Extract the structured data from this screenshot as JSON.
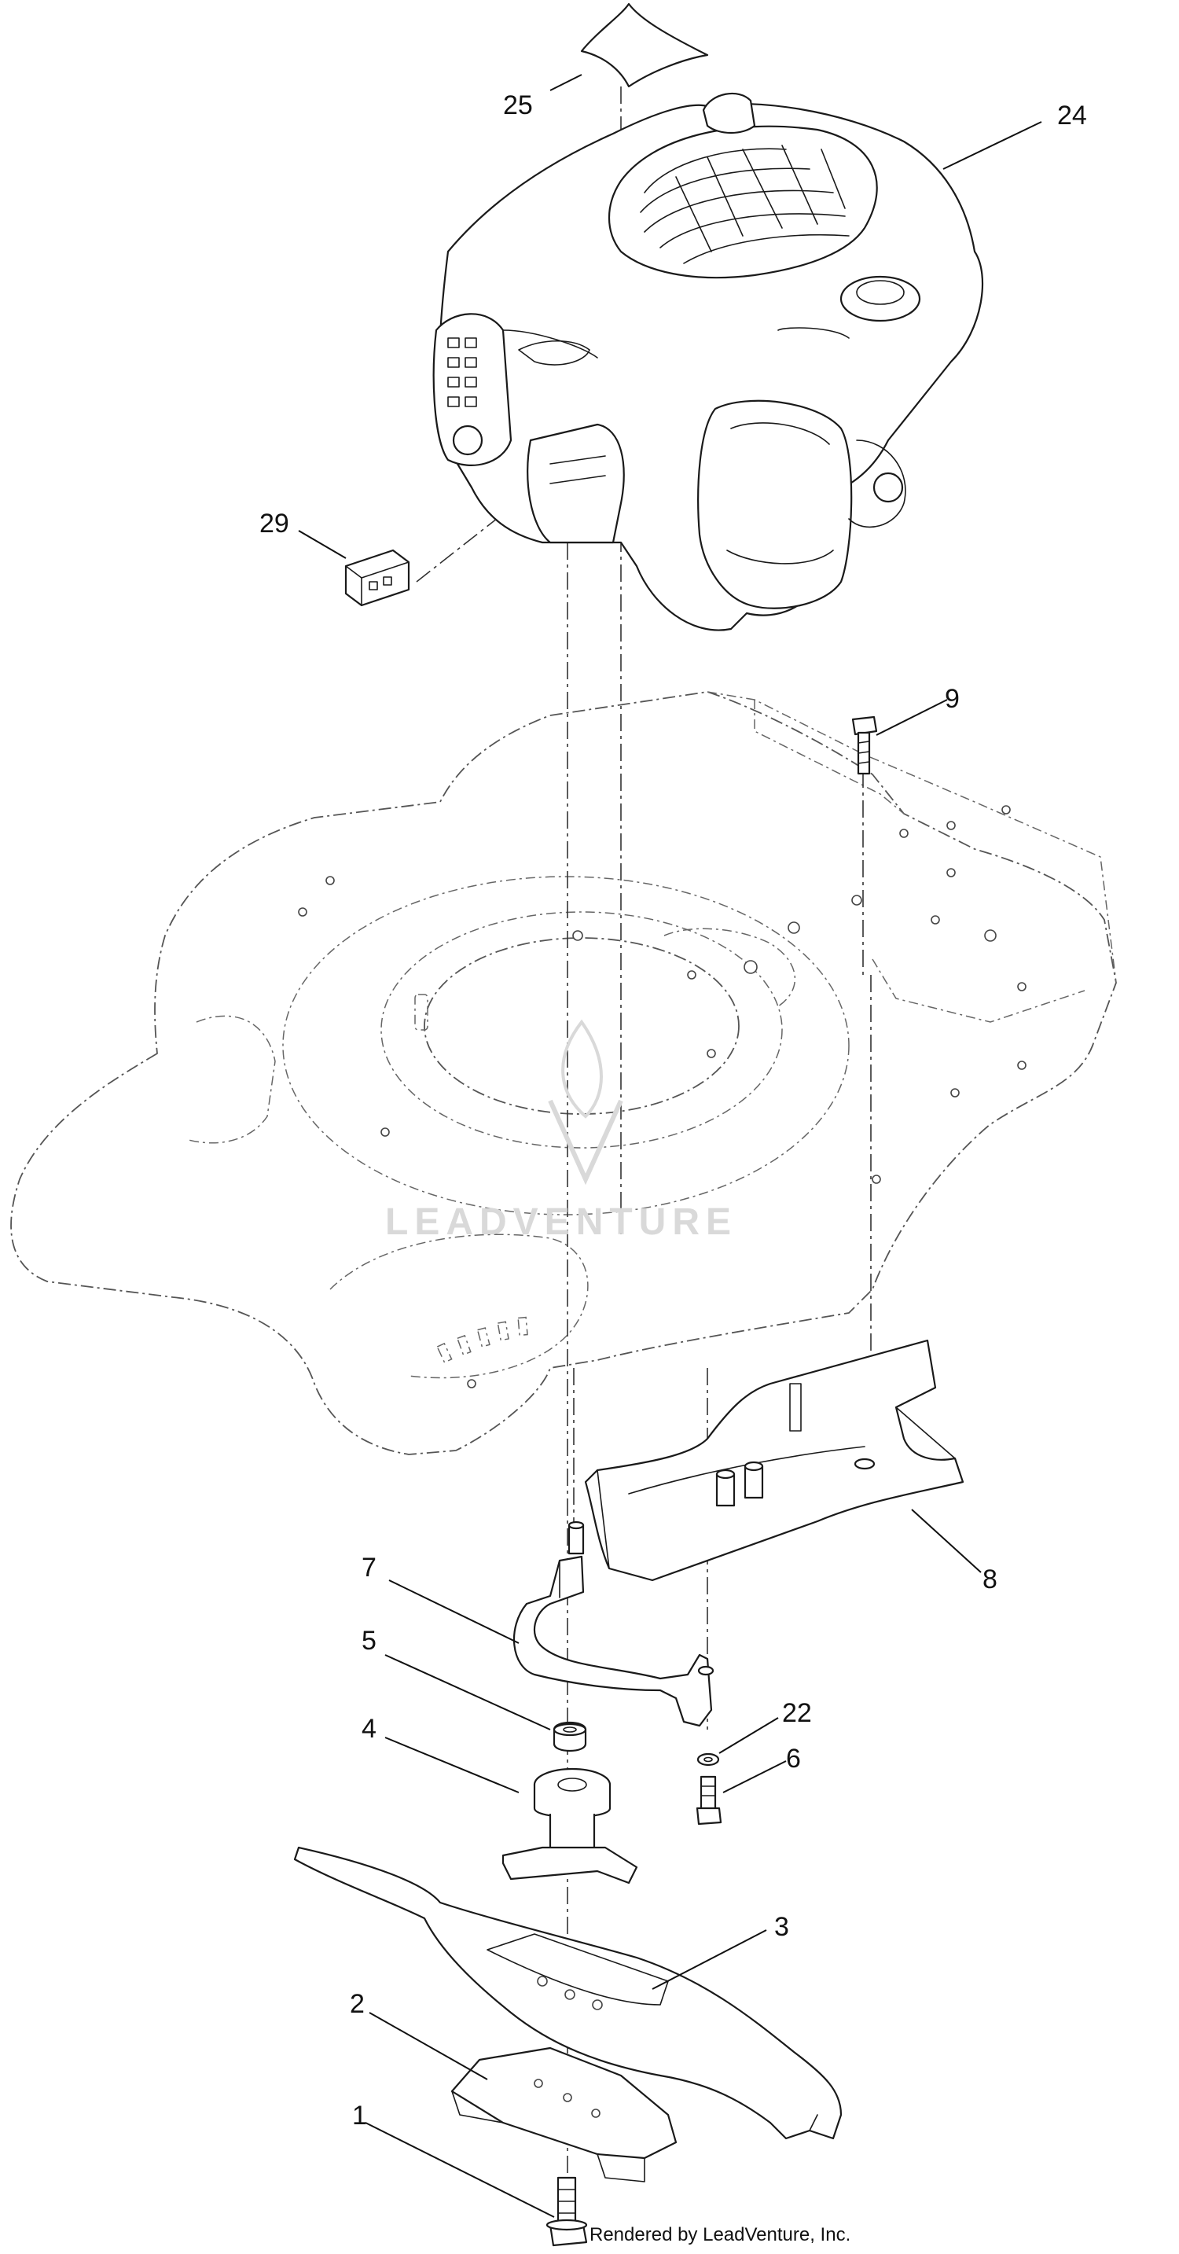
{
  "watermark": {
    "text": "LEADVENTURE"
  },
  "credit": {
    "text": "Rendered by LeadVenture, Inc."
  },
  "callouts": [
    {
      "id": "25",
      "label": "25"
    },
    {
      "id": "24",
      "label": "24"
    },
    {
      "id": "29",
      "label": "29"
    },
    {
      "id": "9",
      "label": "9"
    },
    {
      "id": "7",
      "label": "7"
    },
    {
      "id": "8",
      "label": "8"
    },
    {
      "id": "5",
      "label": "5"
    },
    {
      "id": "22",
      "label": "22"
    },
    {
      "id": "4",
      "label": "4"
    },
    {
      "id": "6",
      "label": "6"
    },
    {
      "id": "3",
      "label": "3"
    },
    {
      "id": "2",
      "label": "2"
    },
    {
      "id": "1",
      "label": "1"
    }
  ],
  "colors": {
    "line": "#1a1a1a",
    "hidden": "#555555",
    "watermark": "#d9d9d9"
  }
}
